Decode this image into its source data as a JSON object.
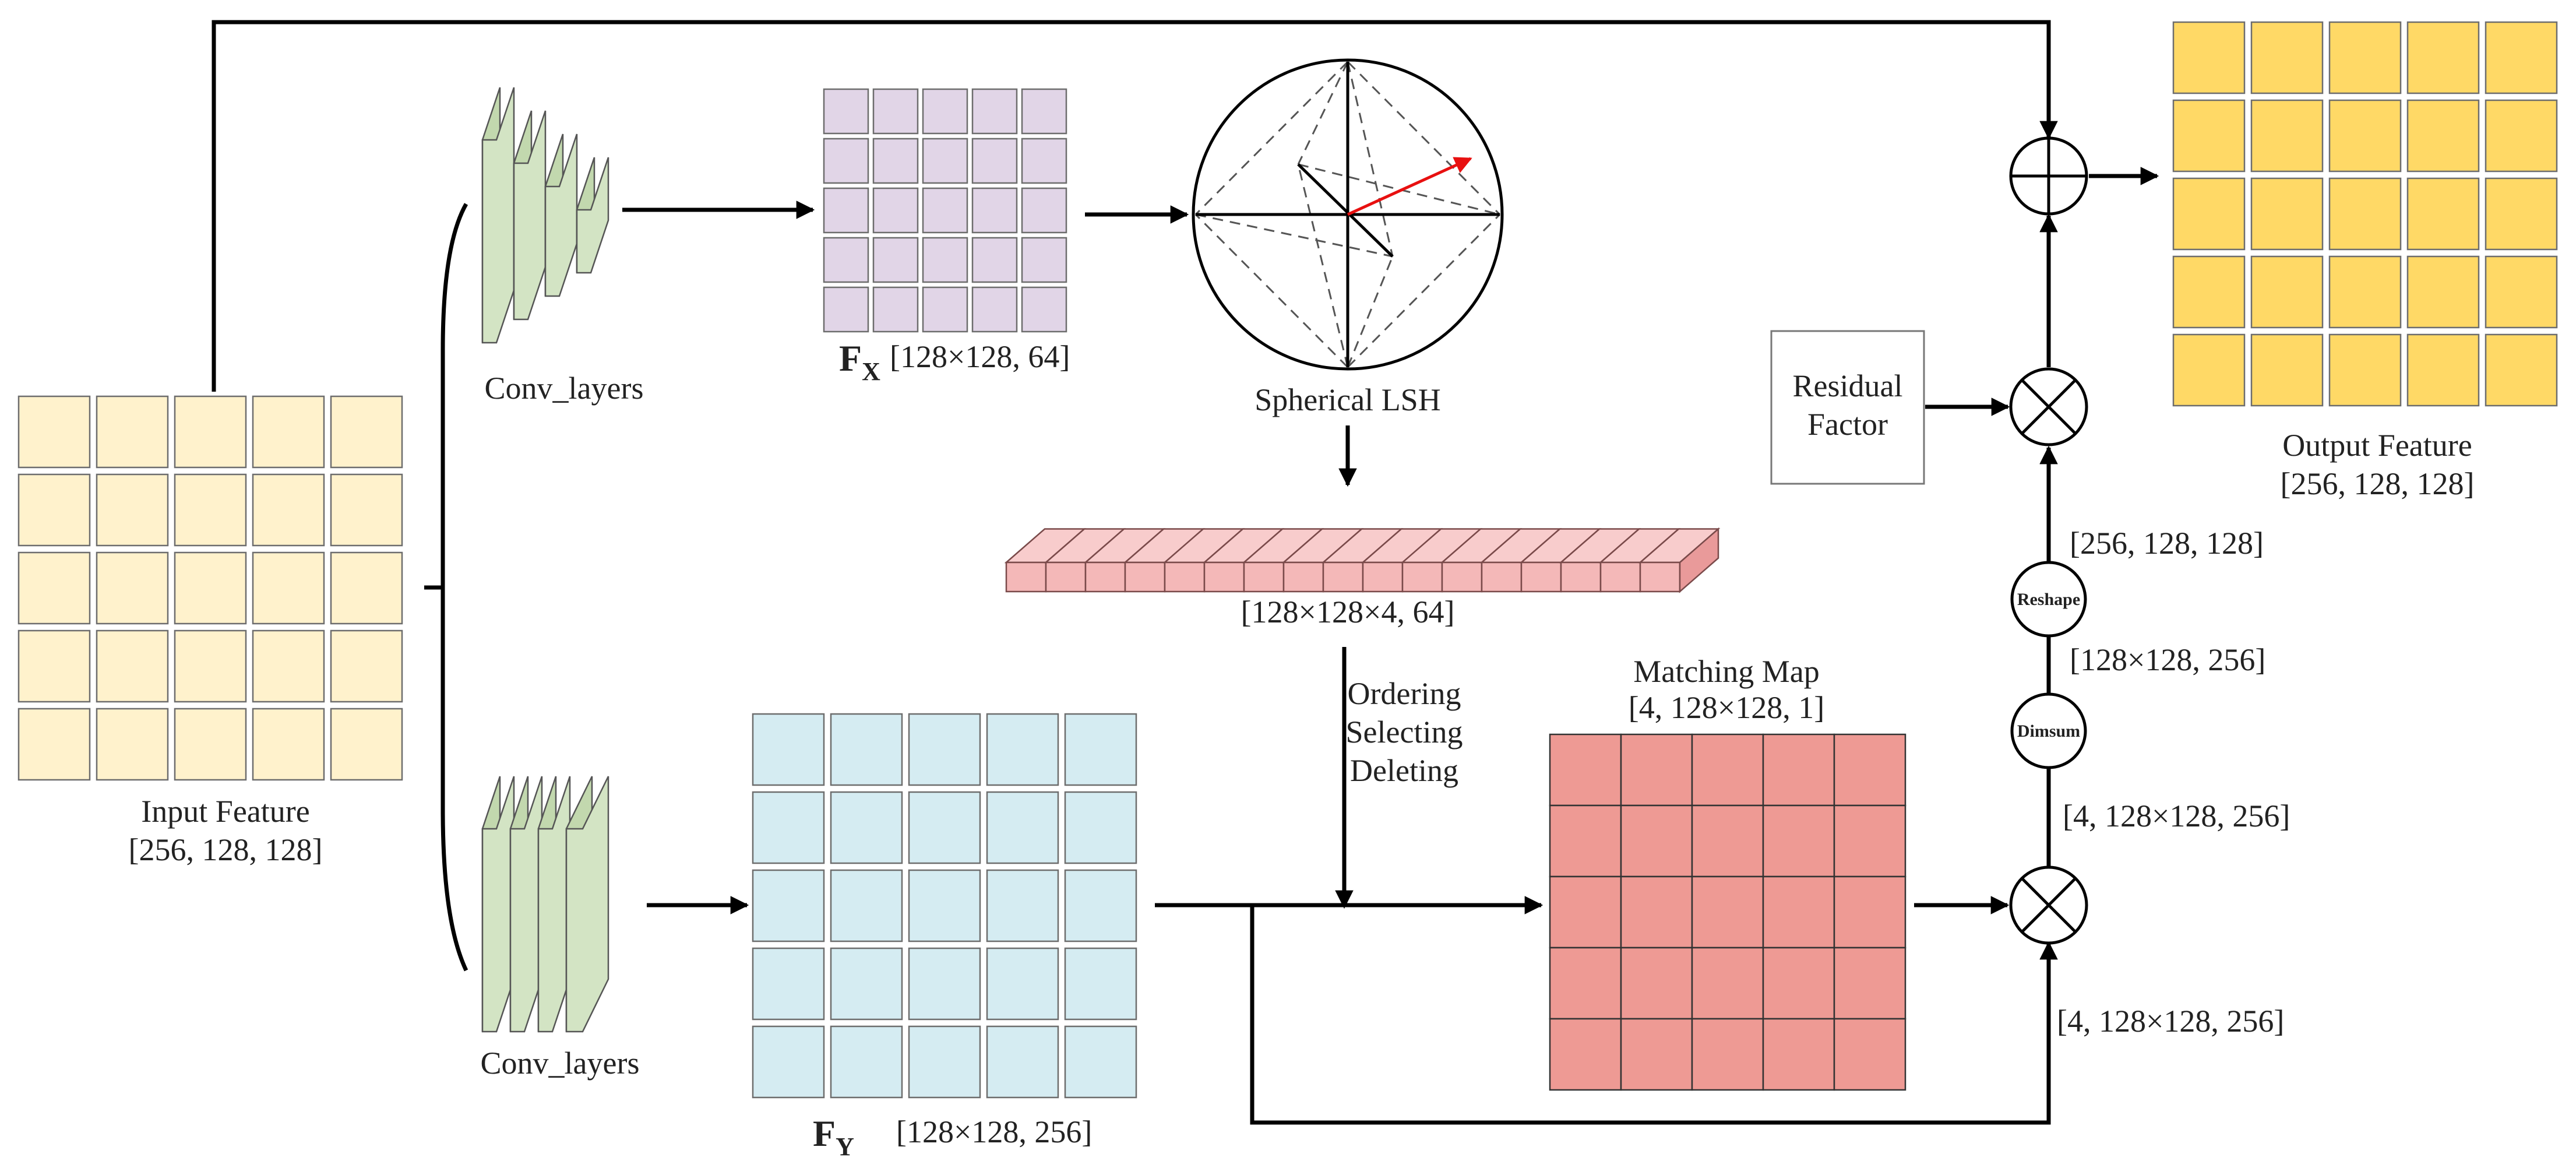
{
  "colors": {
    "input_cell": "#fff2cc",
    "output_cell": "#ffd966",
    "fx_cell": "#e1d5e7",
    "fy_cell": "#d5ecf2",
    "match_cell": "#ee9a94",
    "conv_layer": "#d3e4c4",
    "hash_bar": "#f4b8b8",
    "hash_bar_top": "#f8cccc",
    "hash_bar_side": "#e99a9a",
    "arrow_vector": "#e81010"
  },
  "labels": {
    "input_feature": "Input Feature",
    "input_shape": "[256, 128, 128]",
    "conv_top": "Conv_layers",
    "conv_bottom": "Conv_layers",
    "fx_symbol": "F",
    "fx_sub": "X",
    "fx_shape": "[128×128, 64]",
    "fy_symbol": "F",
    "fy_sub": "Y",
    "fy_shape": "[128×128, 256]",
    "lsh": "Spherical LSH",
    "hash_shape": "[128×128×4, 64]",
    "ops": [
      "Ordering",
      "Selecting",
      "Deleting"
    ],
    "matching_map": "Matching Map",
    "matching_shape": "[4, 128×128, 1]",
    "residual": [
      "Residual",
      "Factor"
    ],
    "output_feature": "Output Feature",
    "output_shape": "[256, 128, 128]",
    "reshape": "Reshape",
    "dimsum": "Dimsum",
    "shape_after_reshape": "[256, 128, 128]",
    "shape_before_reshape": "[128×128, 256]",
    "shape_after_mult": "[4, 128×128, 256]",
    "shape_bypass": "[4, 128×128, 256]"
  },
  "icons": {
    "add": "circle-plus-icon",
    "multiply": "circle-times-icon",
    "sphere": "sphere-projection-icon"
  }
}
